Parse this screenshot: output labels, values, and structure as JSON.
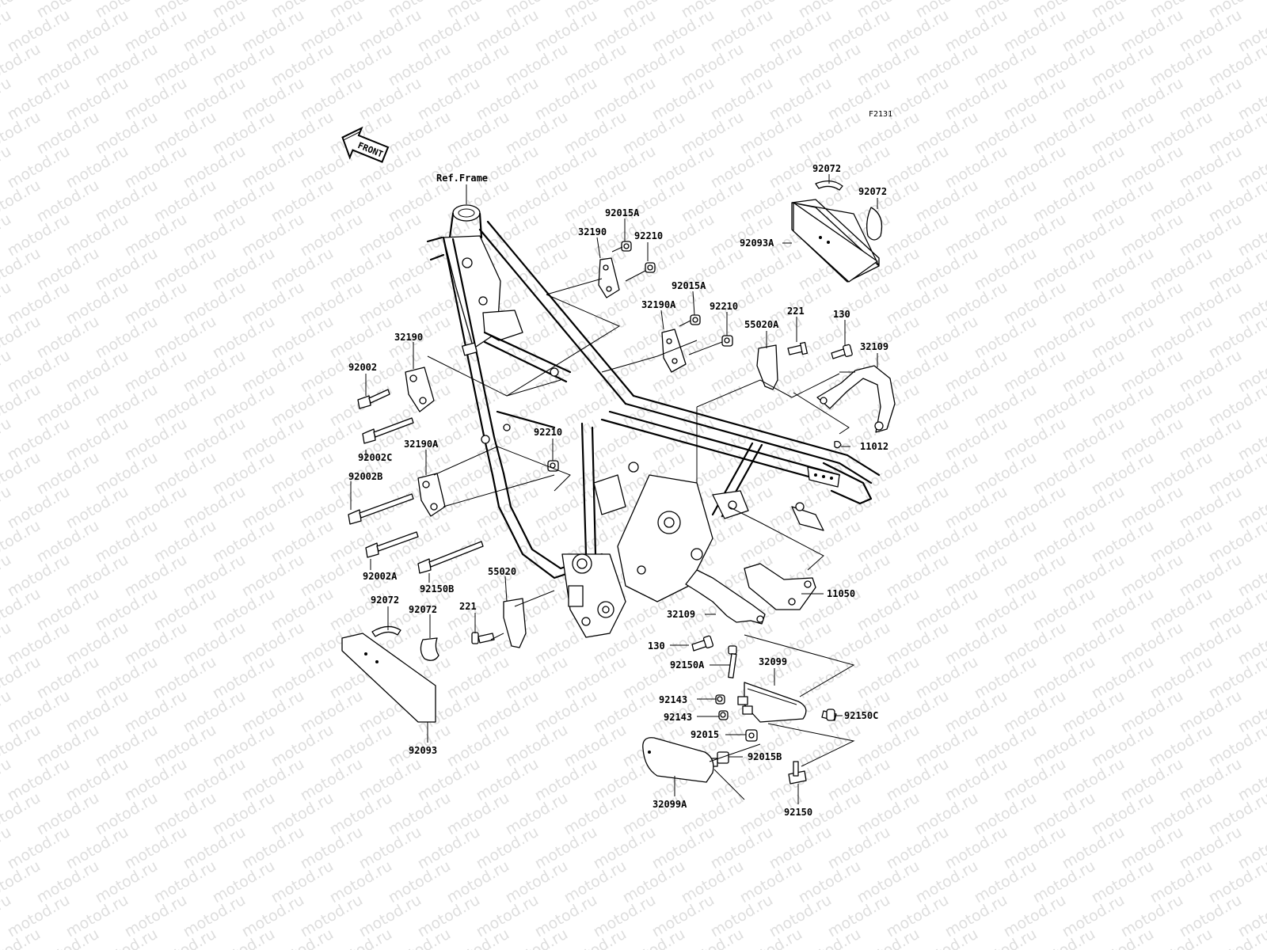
{
  "diagram": {
    "code": "F2131",
    "front_label": "FRONT",
    "ref_label": "Ref.Frame"
  },
  "watermark": {
    "text": "motod.ru"
  },
  "parts": [
    {
      "id": "p_92072_tr1",
      "label": "92072"
    },
    {
      "id": "p_92072_tr2",
      "label": "92072"
    },
    {
      "id": "p_92093A",
      "label": "92093A"
    },
    {
      "id": "p_92015A_1",
      "label": "92015A"
    },
    {
      "id": "p_32190_top",
      "label": "32190"
    },
    {
      "id": "p_92210_top",
      "label": "92210"
    },
    {
      "id": "p_92015A_2",
      "label": "92015A"
    },
    {
      "id": "p_32190A_top",
      "label": "32190A"
    },
    {
      "id": "p_92210_mid",
      "label": "92210"
    },
    {
      "id": "p_221_top",
      "label": "221"
    },
    {
      "id": "p_55020A",
      "label": "55020A"
    },
    {
      "id": "p_130_top",
      "label": "130"
    },
    {
      "id": "p_32109_top",
      "label": "32109"
    },
    {
      "id": "p_11012",
      "label": "11012"
    },
    {
      "id": "p_32190_left",
      "label": "32190"
    },
    {
      "id": "p_92002",
      "label": "92002"
    },
    {
      "id": "p_92002C",
      "label": "92002C"
    },
    {
      "id": "p_32190A_left",
      "label": "32190A"
    },
    {
      "id": "p_92002B",
      "label": "92002B"
    },
    {
      "id": "p_92210_low",
      "label": "92210"
    },
    {
      "id": "p_92002A",
      "label": "92002A"
    },
    {
      "id": "p_92150B",
      "label": "92150B"
    },
    {
      "id": "p_55020",
      "label": "55020"
    },
    {
      "id": "p_92072_bl1",
      "label": "92072"
    },
    {
      "id": "p_92072_bl2",
      "label": "92072"
    },
    {
      "id": "p_221_low",
      "label": "221"
    },
    {
      "id": "p_92093",
      "label": "92093"
    },
    {
      "id": "p_11050",
      "label": "11050"
    },
    {
      "id": "p_32109_low",
      "label": "32109"
    },
    {
      "id": "p_130_low",
      "label": "130"
    },
    {
      "id": "p_92150A",
      "label": "92150A"
    },
    {
      "id": "p_32099",
      "label": "32099"
    },
    {
      "id": "p_92143_1",
      "label": "92143"
    },
    {
      "id": "p_92143_2",
      "label": "92143"
    },
    {
      "id": "p_92150C",
      "label": "92150C"
    },
    {
      "id": "p_92015",
      "label": "92015"
    },
    {
      "id": "p_92015B",
      "label": "92015B"
    },
    {
      "id": "p_32099A",
      "label": "32099A"
    },
    {
      "id": "p_92150",
      "label": "92150"
    }
  ]
}
